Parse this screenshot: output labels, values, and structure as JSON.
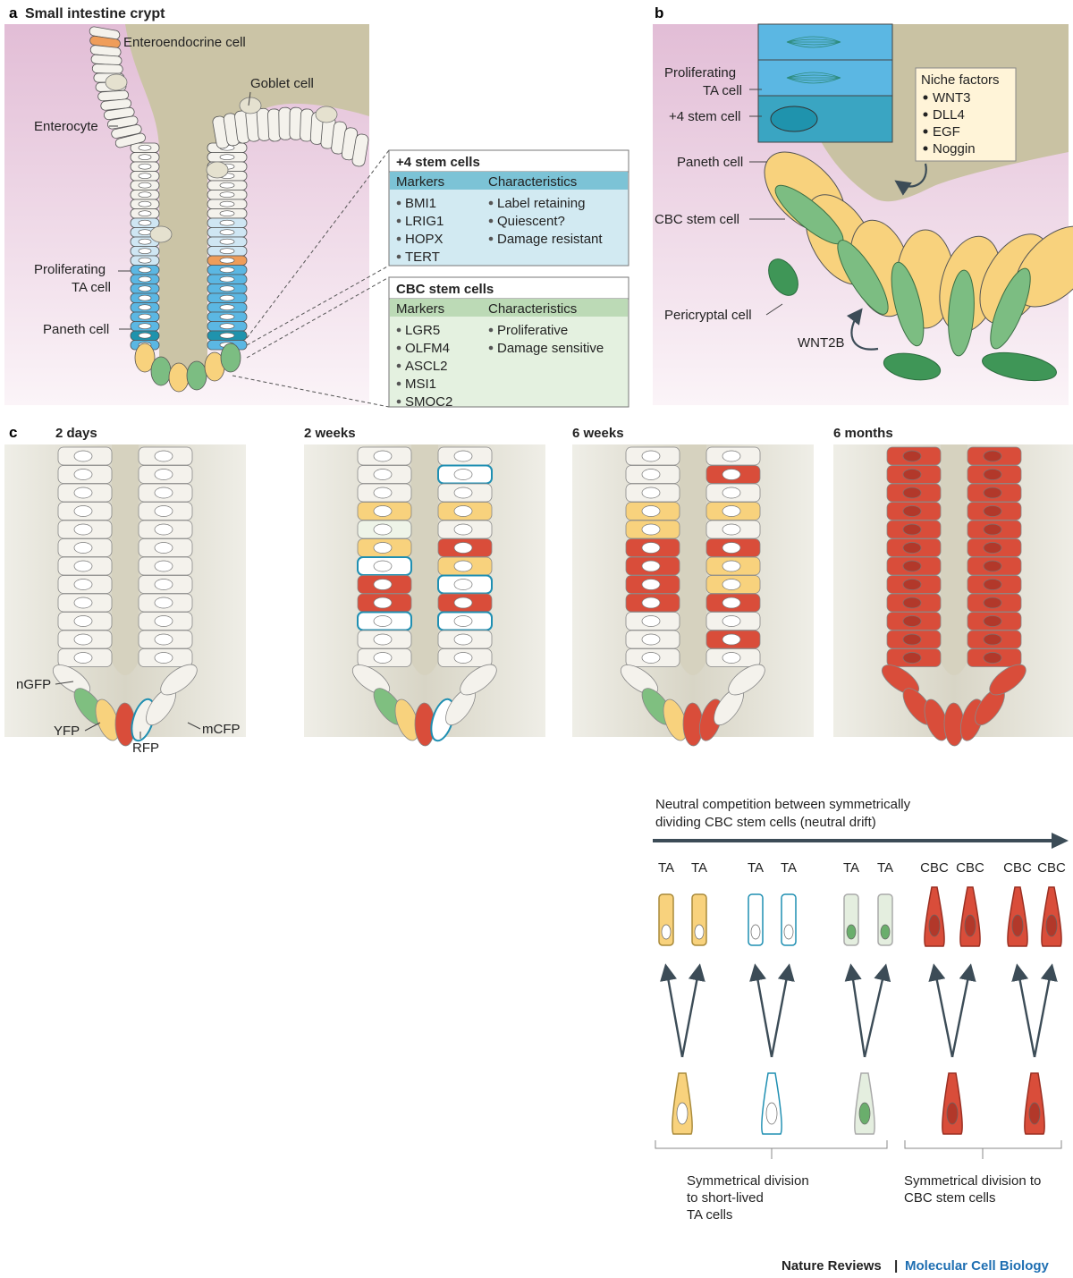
{
  "colors": {
    "pink_bg": "#e7c6dc",
    "lumen": "#c9c2a3",
    "cell_white": "#f4f2ec",
    "cell_lightblue": "#cfe6f3",
    "ta_blue": "#5bb7e3",
    "stem_teal": "#1f93ad",
    "paneth_yellow": "#f8d27d",
    "cbc_green": "#7cbd82",
    "entero_orange": "#ef9d5a",
    "red": "#d94d3a",
    "arrow_dark": "#3c4c57",
    "box4_head": "#7bc4d6",
    "box4_body": "#cfe9f2",
    "boxcbc_head": "#b9d8b4",
    "boxcbc_body": "#e3f0df",
    "niche_bg": "#fff3d6",
    "link_blue": "#1f6fb2"
  },
  "panel_a": {
    "letter": "a",
    "title": "Small intestine crypt",
    "labels": {
      "enteroendocrine": "Enteroendocrine cell",
      "goblet": "Goblet cell",
      "enterocyte": "Enterocyte",
      "proliferating_line1": "Proliferating",
      "proliferating_line2": "TA cell",
      "paneth": "Paneth cell"
    },
    "box_plus4": {
      "title": "+4 stem cells",
      "col1_header": "Markers",
      "col2_header": "Characteristics",
      "markers": [
        "BMI1",
        "LRIG1",
        "HOPX",
        "TERT"
      ],
      "characteristics": [
        "Label retaining",
        "Quiescent?",
        "Damage resistant"
      ]
    },
    "box_cbc": {
      "title": "CBC stem cells",
      "col1_header": "Markers",
      "col2_header": "Characteristics",
      "markers": [
        "LGR5",
        "OLFM4",
        "ASCL2",
        "MSI1",
        "SMOC2"
      ],
      "characteristics": [
        "Proliferative",
        "Damage sensitive"
      ]
    }
  },
  "panel_b": {
    "letter": "b",
    "labels": {
      "proliferating_line1": "Proliferating",
      "proliferating_line2": "TA cell",
      "plus4": "+4 stem cell",
      "paneth": "Paneth cell",
      "cbc": "CBC stem cell",
      "pericryptal": "Pericryptal cell",
      "wnt2b": "WNT2B"
    },
    "niche": {
      "title": "Niche factors",
      "items": [
        "WNT3",
        "DLL4",
        "EGF",
        "Noggin"
      ]
    }
  },
  "panel_c": {
    "letter": "c",
    "timepoints": [
      "2 days",
      "2 weeks",
      "6 weeks",
      "6 months"
    ],
    "labels": {
      "ngfp": "nGFP",
      "yfp": "YFP",
      "rfp": "RFP",
      "mcfp": "mCFP"
    },
    "neutral_title_line1": "Neutral competition between symmetrically",
    "neutral_title_line2": "dividing CBC stem cells (neutral drift)",
    "daughter_labels": [
      "TA",
      "TA",
      "TA",
      "TA",
      "TA",
      "TA",
      "CBC",
      "CBC",
      "CBC",
      "CBC"
    ],
    "bracket_left_lines": [
      "Symmetrical division",
      "to short-lived",
      "TA cells"
    ],
    "bracket_right_lines": [
      "Symmetrical division to",
      "CBC stem cells"
    ]
  },
  "footer": {
    "journal": "Nature Reviews",
    "separator": "|",
    "subjournal": "Molecular Cell Biology"
  }
}
